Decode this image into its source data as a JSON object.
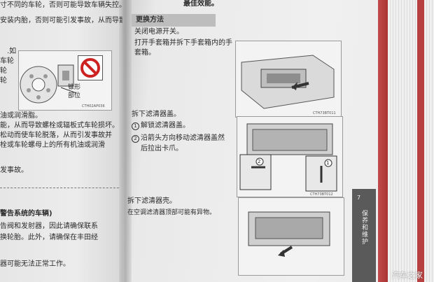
{
  "left_page": {
    "lines_top": [
      "寸不同的车轮，否则可能导致车辆失控。",
      "安装内胎，否则可能引发事故，从而导致"
    ],
    "lines_mid": [
      ".如",
      "车轮",
      "轮",
      "轮"
    ],
    "figure": {
      "label_line1": "锥形",
      "label_line2": "部位",
      "code": "CTH02AP036"
    },
    "lines_after_figure": [
      "油或润滑脂。",
      "能，从而导致螺栓或辐板式车轮损坏。",
      "松动而使车轮脱落，从而引发事故并",
      "栓或车轮螺母上的所有机油或润滑"
    ],
    "line_accident": "发事故。",
    "section_title": "警告系统的车辆)",
    "lines_bottom": [
      "告阀和发射器，因此请确保联系",
      "换轮胎。此外，请确保在丰田经"
    ],
    "line_last": "器可能无法正常工作。"
  },
  "right_page": {
    "header_text": "最佳效能。",
    "section_bar": "更换方法",
    "step0": "关闭电源开关。",
    "step1_line1": "打开手套箱并拆下手套箱内的手",
    "step1_line2": "套箱。",
    "figure1_code": "CTH73BT011",
    "step2_title": "拆下滤清器盖。",
    "step2_sub1_num": "1",
    "step2_sub1": "解锁滤清器盖。",
    "step2_sub2_num": "2",
    "step2_sub2_line1": "沿箭头方向移动滤清器盖然",
    "step2_sub2_line2": "后拉出卡爪。",
    "figure2_code": "CTH73BT012",
    "figure2_callout1": "1",
    "figure2_callout2": "2",
    "step3_title": "拆下滤清器壳。",
    "step3_desc": "在空调滤清器顶部可能有异物。",
    "side_number": "1",
    "side_tab_number": "7",
    "side_tab_label": "保养和维护"
  },
  "watermark": "汽车之家"
}
